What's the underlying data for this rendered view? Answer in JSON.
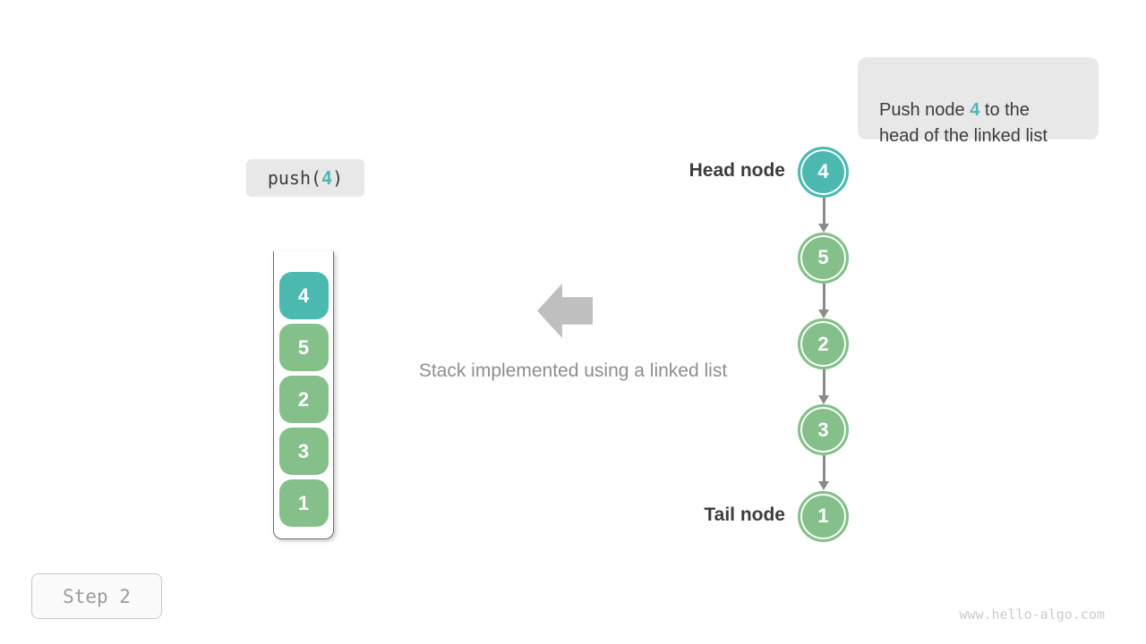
{
  "colors": {
    "teal": "#4CB9B1",
    "green": "#85C08A",
    "chip_bg": "#E8E8E8",
    "text_dark": "#3C3C3C",
    "text_gray": "#8E8E8E",
    "arrow_gray": "#8A8A8A",
    "block_arrow_gray": "#BFBFBF"
  },
  "tooltip": {
    "before": "Push node ",
    "highlight": "4",
    "after": " to the\nhead of the linked list"
  },
  "operation": {
    "before": "push(",
    "highlight": "4",
    "after": ")"
  },
  "stack": {
    "items": [
      {
        "value": "4",
        "type": "teal"
      },
      {
        "value": "5",
        "type": "green"
      },
      {
        "value": "2",
        "type": "green"
      },
      {
        "value": "3",
        "type": "green"
      },
      {
        "value": "1",
        "type": "green"
      }
    ]
  },
  "caption": {
    "text": "Stack implemented using a linked list"
  },
  "linked_list": {
    "head_label": "Head node",
    "tail_label": "Tail node",
    "nodes": [
      {
        "value": "4",
        "type": "teal"
      },
      {
        "value": "5",
        "type": "green"
      },
      {
        "value": "2",
        "type": "green"
      },
      {
        "value": "3",
        "type": "green"
      },
      {
        "value": "1",
        "type": "green"
      }
    ]
  },
  "step_label": "Step 2",
  "watermark": "www.hello-algo.com"
}
